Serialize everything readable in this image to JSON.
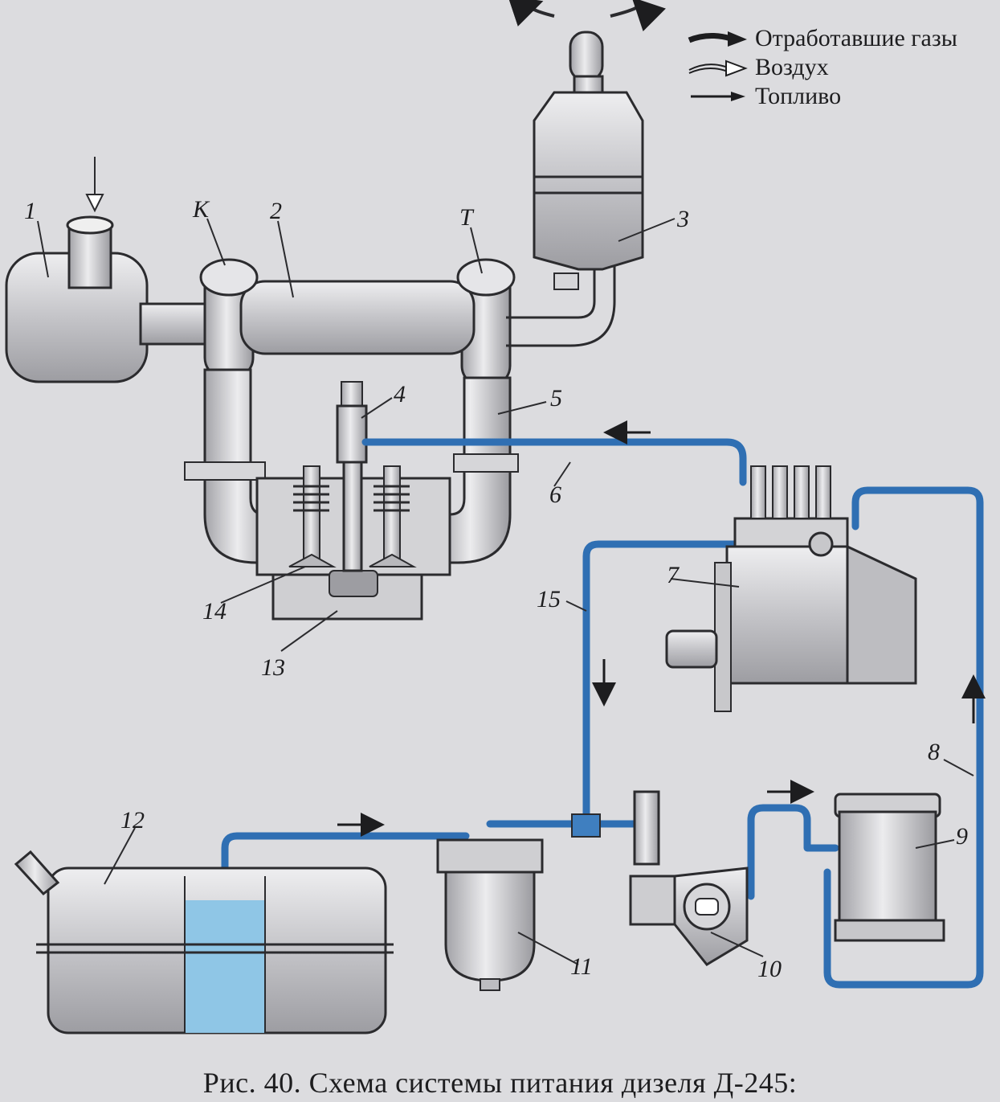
{
  "legend": [
    {
      "id": "exhaust",
      "label": "Отработавшие газы"
    },
    {
      "id": "air",
      "label": "Воздух"
    },
    {
      "id": "fuel",
      "label": "Топливо"
    }
  ],
  "labels": {
    "n1": "1",
    "K": "K",
    "n2": "2",
    "T": "T",
    "n3": "3",
    "n4": "4",
    "n5": "5",
    "n6": "6",
    "n7": "7",
    "n8": "8",
    "n9": "9",
    "n10": "10",
    "n11": "11",
    "n12": "12",
    "n13": "13",
    "n14": "14",
    "n15": "15"
  },
  "caption": "Рис. 40. Схема системы питания дизеля Д-245:",
  "colors": {
    "fuel_line": "#2f6fb3",
    "fuel_fill": "#8fc6e6",
    "metal": "#c9c9cc",
    "outline": "#2b2b2e",
    "background": "#dcdcdf"
  }
}
